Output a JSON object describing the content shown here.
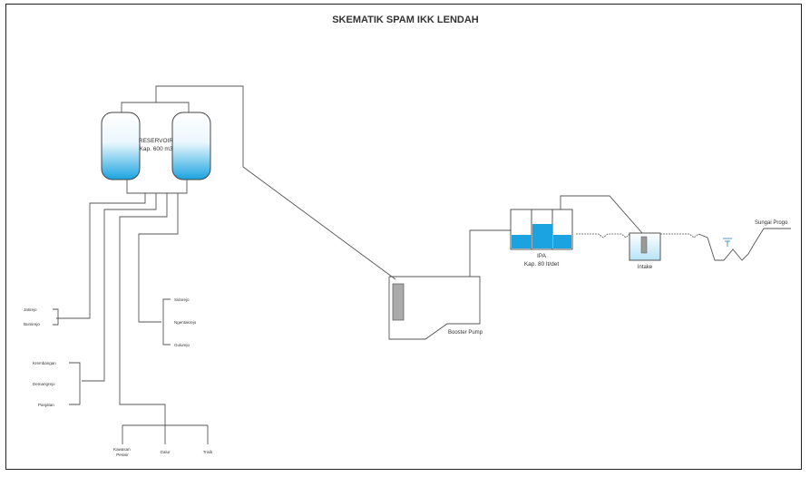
{
  "title": "SKEMATIK SPAM IKK LENDAH",
  "reservoir": {
    "name": "RESERVOIR",
    "capacity": "Kap. 600 m3"
  },
  "booster": {
    "label": "Booster Pump"
  },
  "ipa": {
    "name": "IPA",
    "capacity": "Kap. 80 lt/det"
  },
  "intake": {
    "label": "Intake"
  },
  "river": {
    "label": "Sungai Progo"
  },
  "branches": {
    "group1": [
      "Jatirejo",
      "Bumirejo"
    ],
    "group2": [
      "Krembangan",
      "Demangrejo",
      "Panjatan"
    ],
    "group3": [
      "Kawasan Pesisir",
      "Galur",
      "Trisik"
    ],
    "group4": [
      "Sidorejo",
      "Ngentakrejo",
      "Gulurejo"
    ]
  },
  "colors": {
    "water": "#1aa3e0",
    "water_light": "#dff4fc",
    "line": "#555555"
  }
}
